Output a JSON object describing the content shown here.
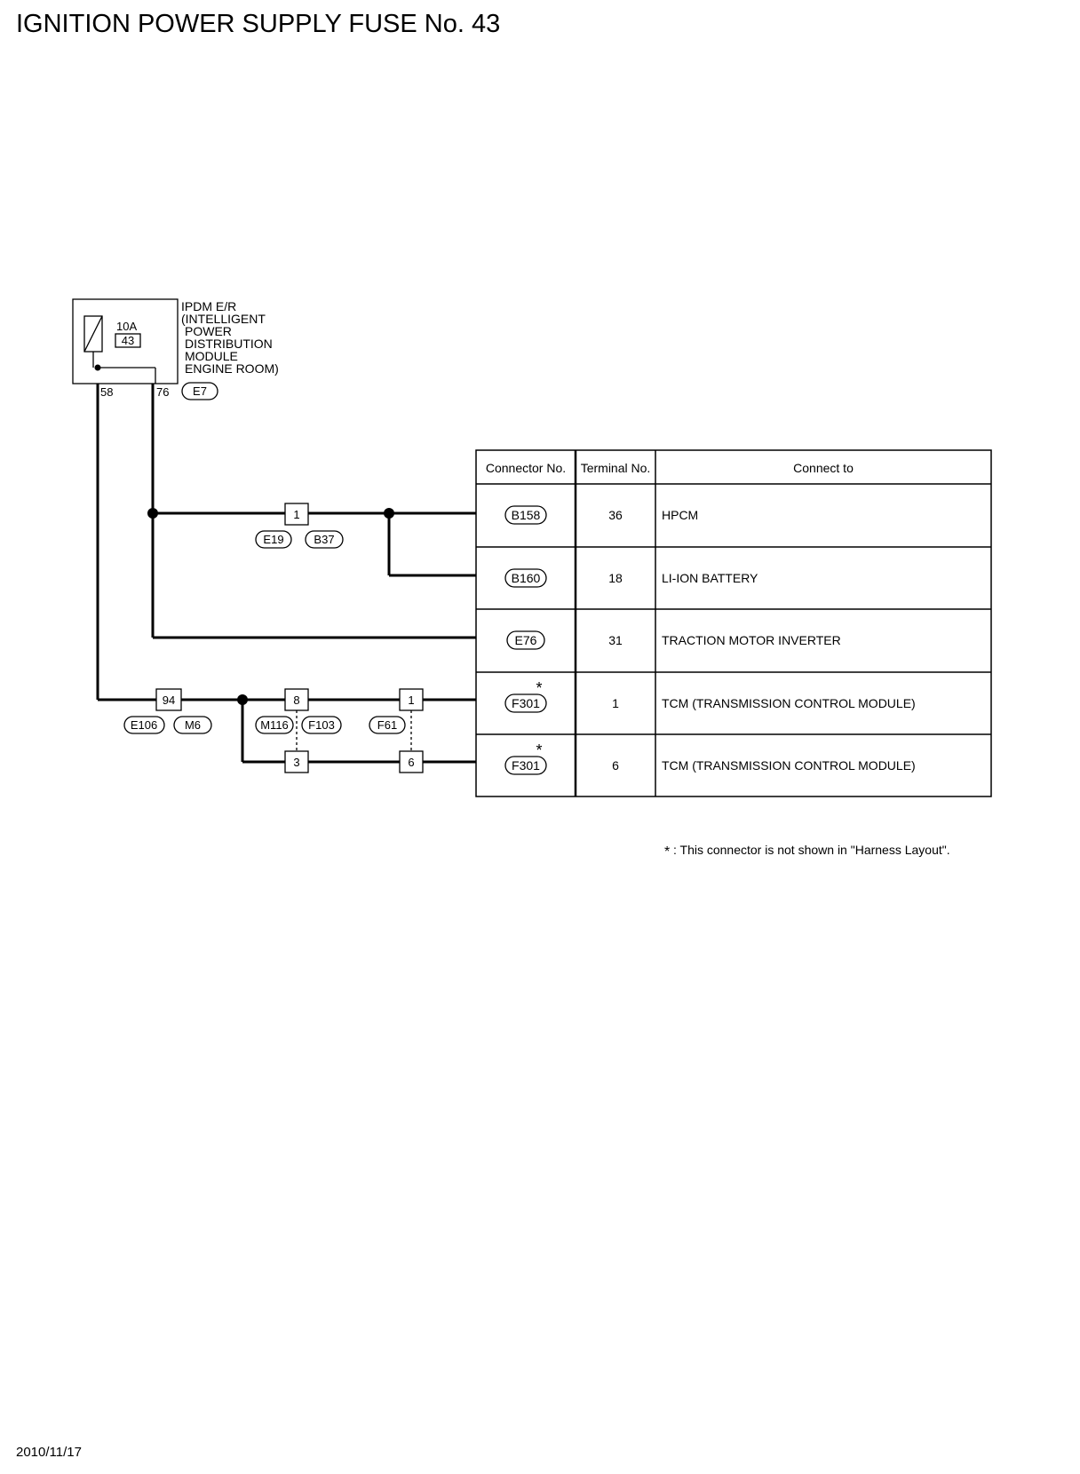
{
  "title": "IGNITION POWER SUPPLY FUSE No. 43",
  "module": {
    "lines": [
      "IPDM E/R",
      "(INTELLIGENT",
      "POWER",
      "DISTRIBUTION",
      "MODULE",
      "ENGINE ROOM)"
    ],
    "connector": "E7",
    "fuse_rating": "10A",
    "fuse_number": "43",
    "terminal_left": "58",
    "terminal_right": "76"
  },
  "junctions": {
    "j_e19": {
      "pin": "1",
      "connectors": [
        "E19",
        "B37"
      ]
    },
    "j_e106": {
      "pin": "94",
      "connectors": [
        "E106",
        "M6"
      ]
    },
    "j_m116_top": {
      "pin": "8"
    },
    "j_m116_bottom": {
      "pin": "3"
    },
    "j_m116_connectors": [
      "M116",
      "F103"
    ],
    "j_f61_top": {
      "pin": "1"
    },
    "j_f61_bottom": {
      "pin": "6"
    },
    "j_f61_connector": "F61"
  },
  "table": {
    "headers": [
      "Connector No.",
      "Terminal No.",
      "Connect to"
    ],
    "rows": [
      {
        "connector": "B158",
        "terminal": "36",
        "connect_to": "HPCM",
        "star": false
      },
      {
        "connector": "B160",
        "terminal": "18",
        "connect_to": "LI-ION BATTERY",
        "star": false
      },
      {
        "connector": "E76",
        "terminal": "31",
        "connect_to": "TRACTION MOTOR INVERTER",
        "star": false
      },
      {
        "connector": "F301",
        "terminal": "1",
        "connect_to": "TCM (TRANSMISSION CONTROL MODULE)",
        "star": true
      },
      {
        "connector": "F301",
        "terminal": "6",
        "connect_to": "TCM (TRANSMISSION CONTROL MODULE)",
        "star": true
      }
    ],
    "star_symbol": "*"
  },
  "footnote": {
    "symbol": "*",
    "text": ": This connector is not shown in \"Harness Layout\"."
  },
  "date": "2010/11/17"
}
